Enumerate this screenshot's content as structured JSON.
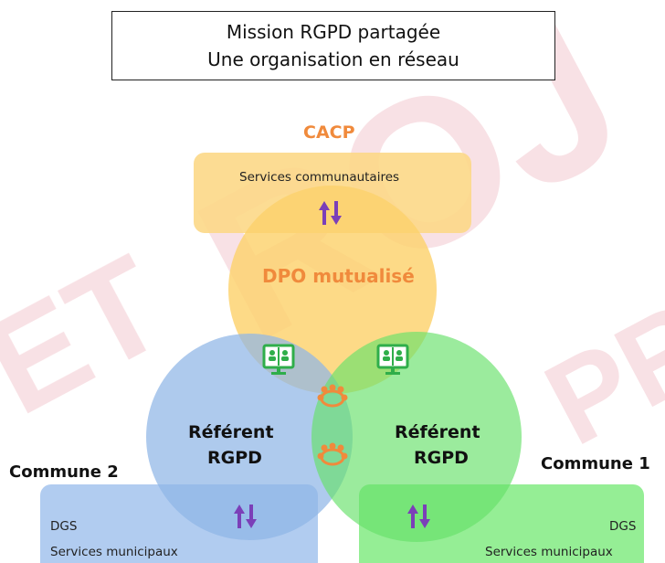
{
  "title": {
    "line1": "Mission RGPD partagée",
    "line2": "Une organisation en réseau"
  },
  "top_entity": {
    "name": "CACP",
    "box_label": "Services communautaires"
  },
  "center_circle": {
    "label": "DPO mutualisé"
  },
  "left_circle": {
    "line1": "Référent",
    "line2": "RGPD",
    "entity": "Commune 2",
    "box_line1": "DGS",
    "box_line2": "Services municipaux"
  },
  "right_circle": {
    "line1": "Référent",
    "line2": "RGPD",
    "entity": "Commune 1",
    "box_line1": "DGS",
    "box_line2": "Services municipaux"
  },
  "watermark_text": "PROJET",
  "colors": {
    "orange": "#f08a3c",
    "yellow_circle": "#fcd26c",
    "top_box": "#fcd887",
    "blue_circle": "#8fb6e6",
    "blue_box": "#a9c7ee",
    "green_circle": "#67e06a",
    "green_box": "#8aec8a",
    "arrow_purple": "#7b3fb8",
    "monitor_green": "#2fae4a"
  },
  "icons": [
    "exchange-arrows-icon",
    "video-conference-icon",
    "meeting-table-icon"
  ]
}
